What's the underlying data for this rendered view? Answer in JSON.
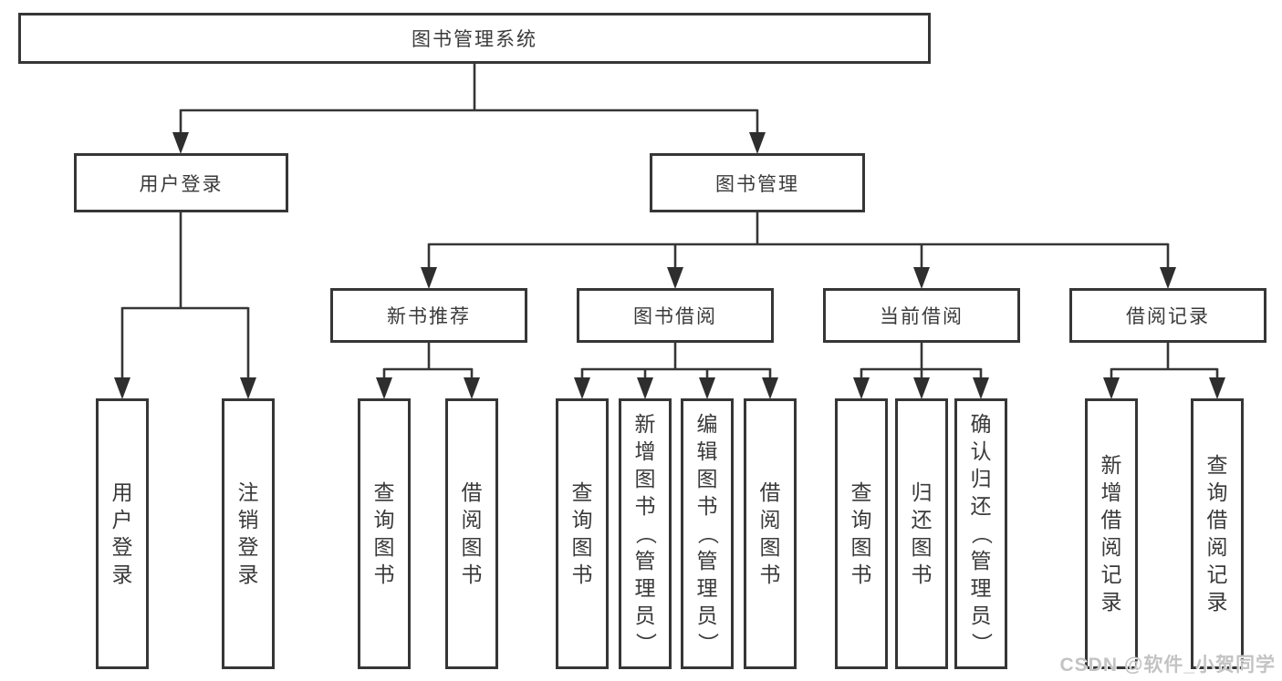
{
  "colors": {
    "background": "#ffffff",
    "line": "#363636",
    "border": "#363636",
    "text": "#3a3a3a",
    "watermark": "#c3c3c3"
  },
  "watermark": "CSDN @软件_小贺同学",
  "tree": {
    "root": {
      "label": "图书管理系统"
    },
    "user_login": {
      "label": "用户登录",
      "children": [
        "用户登录",
        "注销登录"
      ]
    },
    "book_mgmt": {
      "label": "图书管理"
    },
    "new_books": {
      "label": "新书推荐",
      "children": [
        "查询图书",
        "借阅图书"
      ]
    },
    "book_borrow": {
      "label": "图书借阅",
      "children": [
        "查询图书",
        "新增图书（管理员）",
        "编辑图书（管理员）",
        "借阅图书"
      ]
    },
    "current_borrow": {
      "label": "当前借阅",
      "children": [
        "查询图书",
        "归还图书",
        "确认归还（管理员）"
      ]
    },
    "borrow_records": {
      "label": "借阅记录",
      "children": [
        "新增借阅记录",
        "查询借阅记录"
      ]
    }
  }
}
